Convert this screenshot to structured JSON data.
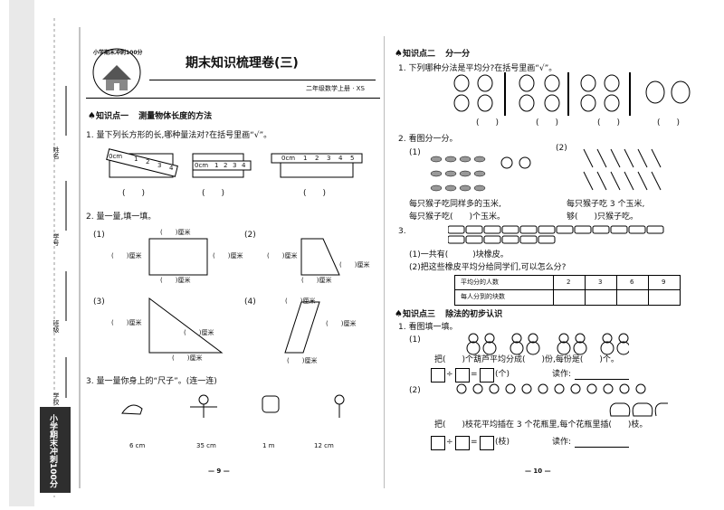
{
  "strip": {
    "fields": [
      "姓名",
      "学号",
      "班级",
      "学校"
    ],
    "badge_text": "小学期末冲刺100分",
    "logo_text": "小学期末冲刺100分"
  },
  "left": {
    "title": "期末知识梳理卷(三)",
    "subtitle": "二年级数学上册 · XS",
    "kp1": "知识点一",
    "kp1_title": "测量物体长度的方法",
    "q1": "1. 量下列长方形的长,哪种量法对?在括号里画“√”。",
    "ruler_labels": [
      [
        "0cm",
        "1",
        "2",
        "3",
        "4"
      ],
      [
        "0cm",
        "1",
        "2",
        "3",
        "4"
      ],
      [
        "0cm",
        "1",
        "2",
        "3",
        "4",
        "5"
      ]
    ],
    "paren": "(　　)",
    "q2": "2. 量一量,填一填。",
    "q2_items": [
      "(1)",
      "(2)",
      "(3)",
      "(4)"
    ],
    "unit": "厘米",
    "q3": "3. 量一量你身上的“尺子”。(连一连)",
    "measures": [
      "6 cm",
      "35 cm",
      "1 m",
      "12 cm"
    ],
    "page_no": "— 9 —"
  },
  "right": {
    "kp2": "知识点二",
    "kp2_title": "分一分",
    "q1": "1. 下列哪种分法是平均分?在括号里画“√”。",
    "q2": "2. 看图分一分。",
    "q2_1": "(1)",
    "q2_2": "(2)",
    "q2_text1a": "每只猴子吃同样多的玉米,",
    "q2_text1b": "每只猴子吃(　　)个玉米。",
    "q2_text2a": "每只猴子吃 3 个玉米,",
    "q2_text2b": "够(　　)只猴子吃。",
    "q3": "3.",
    "q3_1": "(1)一共有(　　　)块橡皮。",
    "q3_2": "(2)把这些橡皮平均分给同学们,可以怎么分?",
    "table": {
      "row1_head": "平均分的人数",
      "row1": [
        "2",
        "3",
        "6",
        "9"
      ],
      "row2_head": "每人分到的块数"
    },
    "kp3": "知识点三",
    "kp3_title": "除法的初步认识",
    "q4": "1. 看图填一填。",
    "q4_1": "(1)",
    "q4_1_text": "把(　　)个葫芦平均分成(　　)份,每份是(　　)个。",
    "q4_1_unit": "(个)",
    "read_label": "读作:",
    "q4_2": "(2)",
    "q4_2_text": "把(　　)枝花平均插在 3 个花瓶里,每个花瓶里插(　　)枝。",
    "q4_2_unit": "(枝)",
    "page_no": "— 10 —"
  }
}
